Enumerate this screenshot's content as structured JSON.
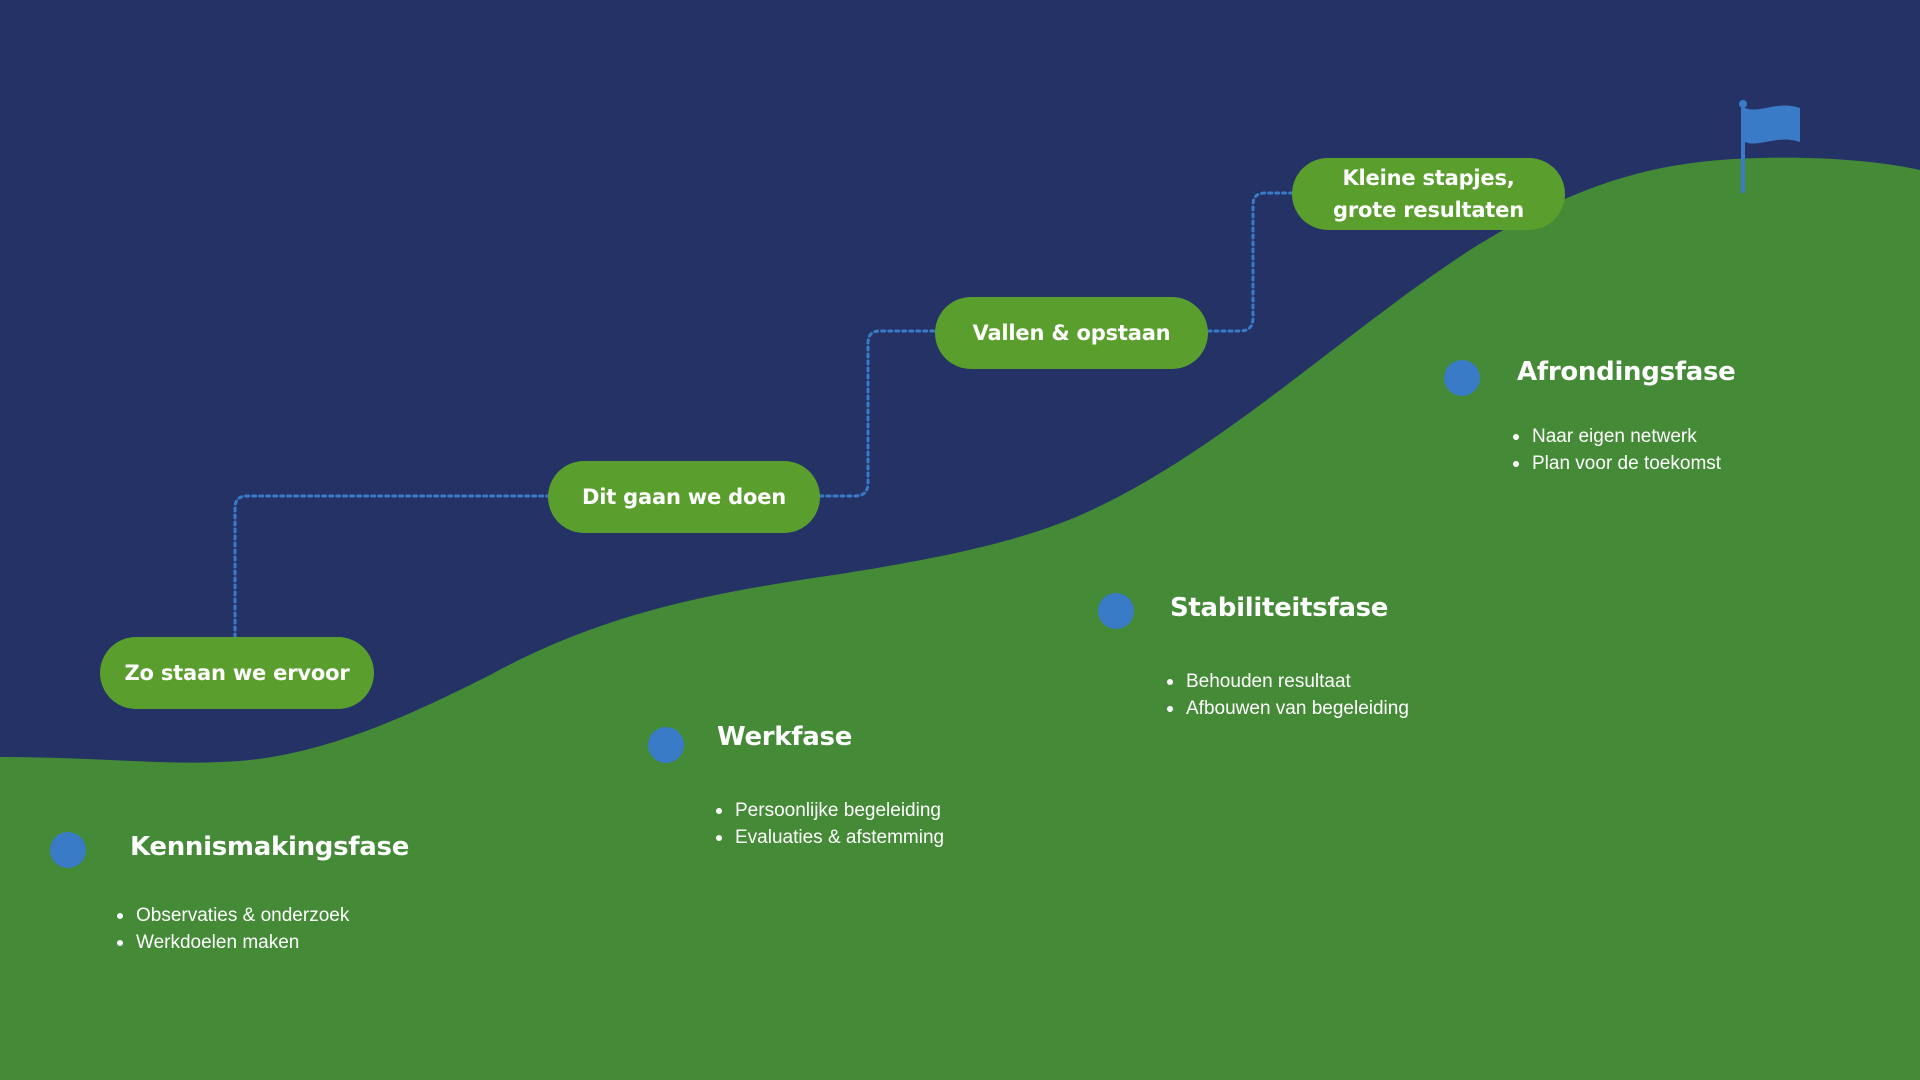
{
  "colors": {
    "sky": "#243266",
    "hill": "#448a37",
    "pill": "#5a9f2e",
    "accent_blue": "#3a7bc8",
    "text": "#ffffff"
  },
  "steps": [
    {
      "label": "Zo staan we ervoor"
    },
    {
      "label": "Dit gaan we doen"
    },
    {
      "label": "Vallen & opstaan"
    },
    {
      "label": "Kleine stapjes, grote resultaten"
    }
  ],
  "phases": [
    {
      "title": "Kennismakingsfase",
      "items": [
        "Observaties & onderzoek",
        "Werkdoelen maken"
      ]
    },
    {
      "title": "Werkfase",
      "items": [
        "Persoonlijke begeleiding",
        "Evaluaties & afstemming"
      ]
    },
    {
      "title": "Stabiliteitsfase",
      "items": [
        "Behouden resultaat",
        "Afbouwen van begeleiding"
      ]
    },
    {
      "title": "Afrondingsfase",
      "items": [
        "Naar eigen netwerk",
        "Plan voor de toekomst"
      ]
    }
  ],
  "icons": {
    "goal": "flag-icon",
    "phase_marker": "circle-dot-icon"
  }
}
